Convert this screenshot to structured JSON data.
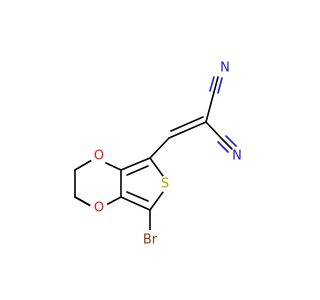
{
  "molecule": {
    "atoms": {
      "o_upper": {
        "label": "O",
        "color": "#e31a1a"
      },
      "o_lower": {
        "label": "O",
        "color": "#e31a1a"
      },
      "s": {
        "label": "S",
        "color": "#b8a100"
      },
      "br": {
        "label": "Br",
        "color": "#8b3a0e"
      },
      "n_upper": {
        "label": "N",
        "color": "#1a1af0"
      },
      "n_lower": {
        "label": "N",
        "color": "#1a1af0"
      }
    }
  }
}
